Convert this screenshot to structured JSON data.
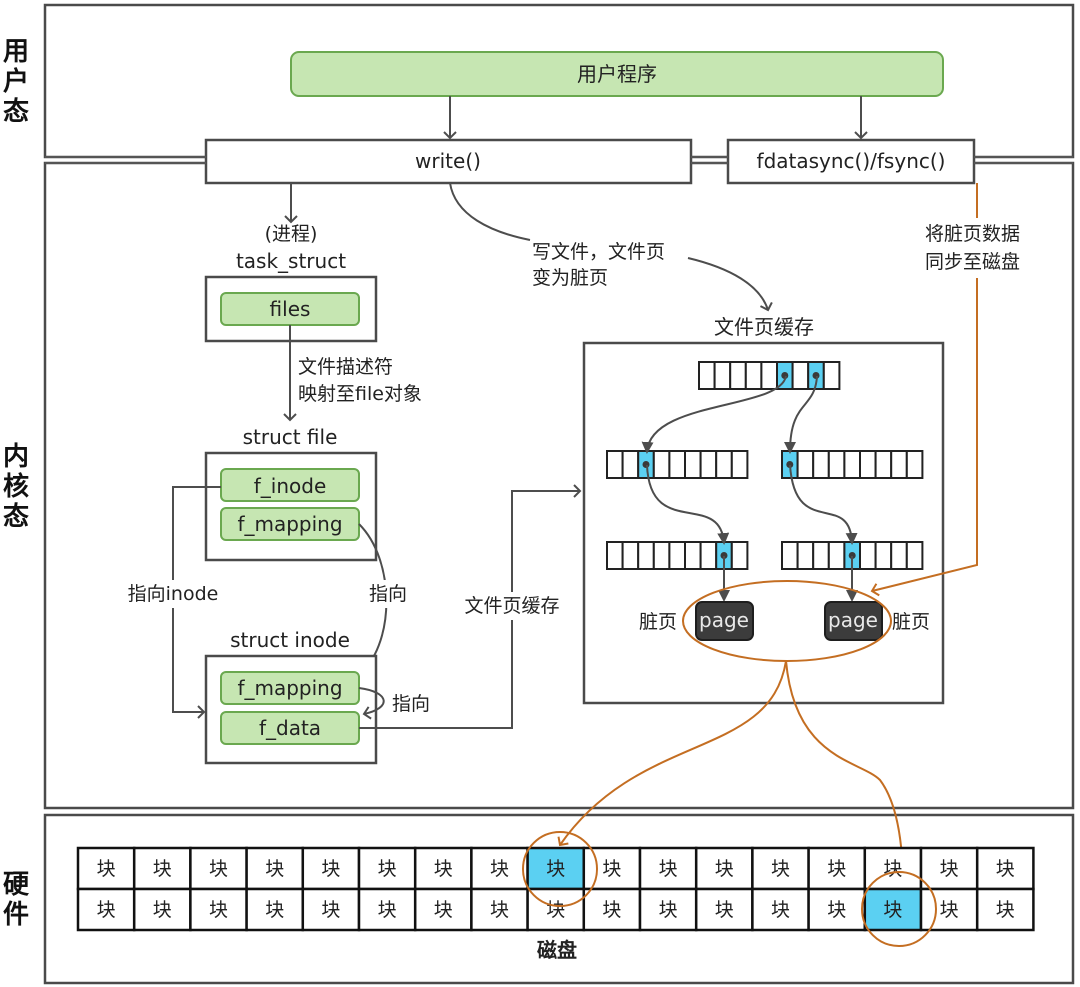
{
  "layers": {
    "user": "用\n户\n态",
    "kernel": "内\n核\n态",
    "hardware": "硬\n件"
  },
  "user_space": {
    "program": "用户程序",
    "write_call": "write()",
    "sync_call": "fdatasync()/fsync()"
  },
  "kernel": {
    "process_label": "(进程)",
    "task_struct_label": "task_struct",
    "files_field": "files",
    "fd_mapping_note": [
      "文件描述符",
      "映射至file对象"
    ],
    "struct_file_label": "struct file",
    "f_inode_field": "f_inode",
    "f_mapping_field": "f_mapping",
    "points_to_inode_note": "指向inode",
    "points_to_note": "指向",
    "struct_inode_label": "struct inode",
    "inode_f_mapping_field": "f_mapping",
    "f_data_field": "f_data",
    "points_to_note_2": "指向",
    "page_cache_note": "文件页缓存",
    "write_dirty_note": [
      "写文件，文件页",
      "变为脏页"
    ],
    "sync_note": [
      "将脏页数据",
      "同步至磁盘"
    ],
    "page_cache_title": "文件页缓存",
    "radix_tree": {
      "root": {
        "cells": 9,
        "highlighted": [
          5,
          7
        ]
      },
      "mid_left": {
        "cells": 9,
        "highlighted": [
          2
        ]
      },
      "mid_right": {
        "cells": 9,
        "highlighted": [
          0
        ]
      },
      "leaf_left": {
        "cells": 9,
        "highlighted": [
          7
        ]
      },
      "leaf_right": {
        "cells": 9,
        "highlighted": [
          4
        ]
      }
    },
    "page_left": "page",
    "page_right": "page",
    "dirty_left": "脏页",
    "dirty_right": "脏页"
  },
  "hardware": {
    "block_label": "块",
    "columns": 17,
    "rows": 2,
    "highlighted": [
      [
        0,
        8
      ],
      [
        1,
        14
      ]
    ],
    "disk_label": "磁盘"
  },
  "colors": {
    "green_fill": "#c6e6b2",
    "green_stroke": "#6aa84f",
    "highlight_blue": "#5bd0f2",
    "sync_orange": "#c46e22",
    "page_dark": "#3c3c3c"
  }
}
